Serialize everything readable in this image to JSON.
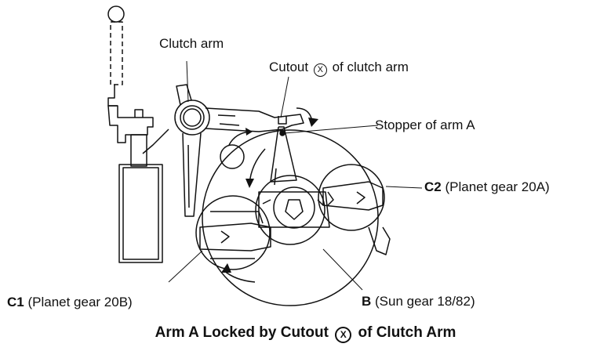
{
  "labels": {
    "clutch_arm": "Clutch arm",
    "cutout_pre": "Cutout",
    "cutout_symbol": "X",
    "cutout_post": "of clutch arm",
    "stopper": "Stopper of arm A",
    "c2_code": "C2",
    "c2_desc": "(Planet gear 20A)",
    "c1_code": "C1",
    "c1_desc": "(Planet gear 20B)",
    "b_code": "B",
    "b_desc": "(Sun gear 18/82)"
  },
  "caption": {
    "pre": "Arm A Locked by Cutout",
    "symbol": "X",
    "post": "of Clutch Arm"
  }
}
